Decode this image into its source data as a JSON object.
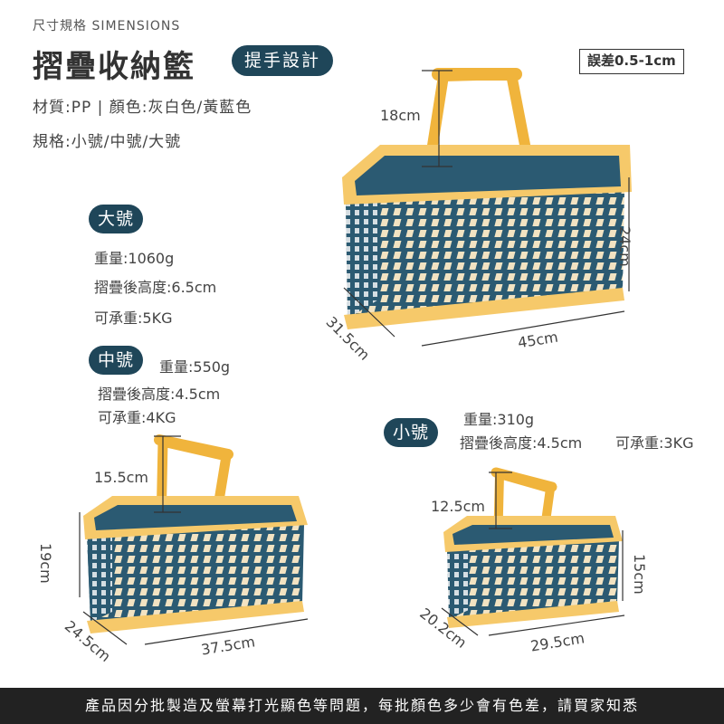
{
  "header": {
    "subtitle": "尺寸規格 SIMENSIONS",
    "title": "摺疊收納籃",
    "handle_badge": "提手設計",
    "tolerance": "誤差0.5-1cm"
  },
  "specs": {
    "material_line": "材質:PP | 顏色:灰白色/黃藍色",
    "size_line": "規格:小號/中號/大號"
  },
  "large": {
    "label": "大號",
    "weight": "重量:1060g",
    "folded_height": "摺疊後高度:6.5cm",
    "load": "可承重:5KG",
    "handle_height": "18cm",
    "height": "24cm",
    "depth": "31.5cm",
    "width": "45cm"
  },
  "medium": {
    "label": "中號",
    "weight": "重量:550g",
    "folded_height": "摺疊後高度:4.5cm",
    "load": "可承重:4KG",
    "handle_height": "15.5cm",
    "height": "19cm",
    "depth": "24.5cm",
    "width": "37.5cm"
  },
  "small": {
    "label": "小號",
    "weight": "重量:310g",
    "folded_height": "摺疊後高度:4.5cm",
    "load": "可承重:3KG",
    "handle_height": "12.5cm",
    "height": "15cm",
    "depth": "20.2cm",
    "width": "29.5cm"
  },
  "footer": {
    "notice": "產品因分批製造及螢幕打光顯色等問題，每批顏色多少會有色差，請買家知悉"
  },
  "colors": {
    "navy": "#1f4659",
    "basket_blue": "#2b5a72",
    "handle_yellow": "#f0b43c",
    "rim_yellow": "#f6c96a"
  },
  "icons": [
    "large-basket-image",
    "medium-basket-image",
    "small-basket-image"
  ]
}
